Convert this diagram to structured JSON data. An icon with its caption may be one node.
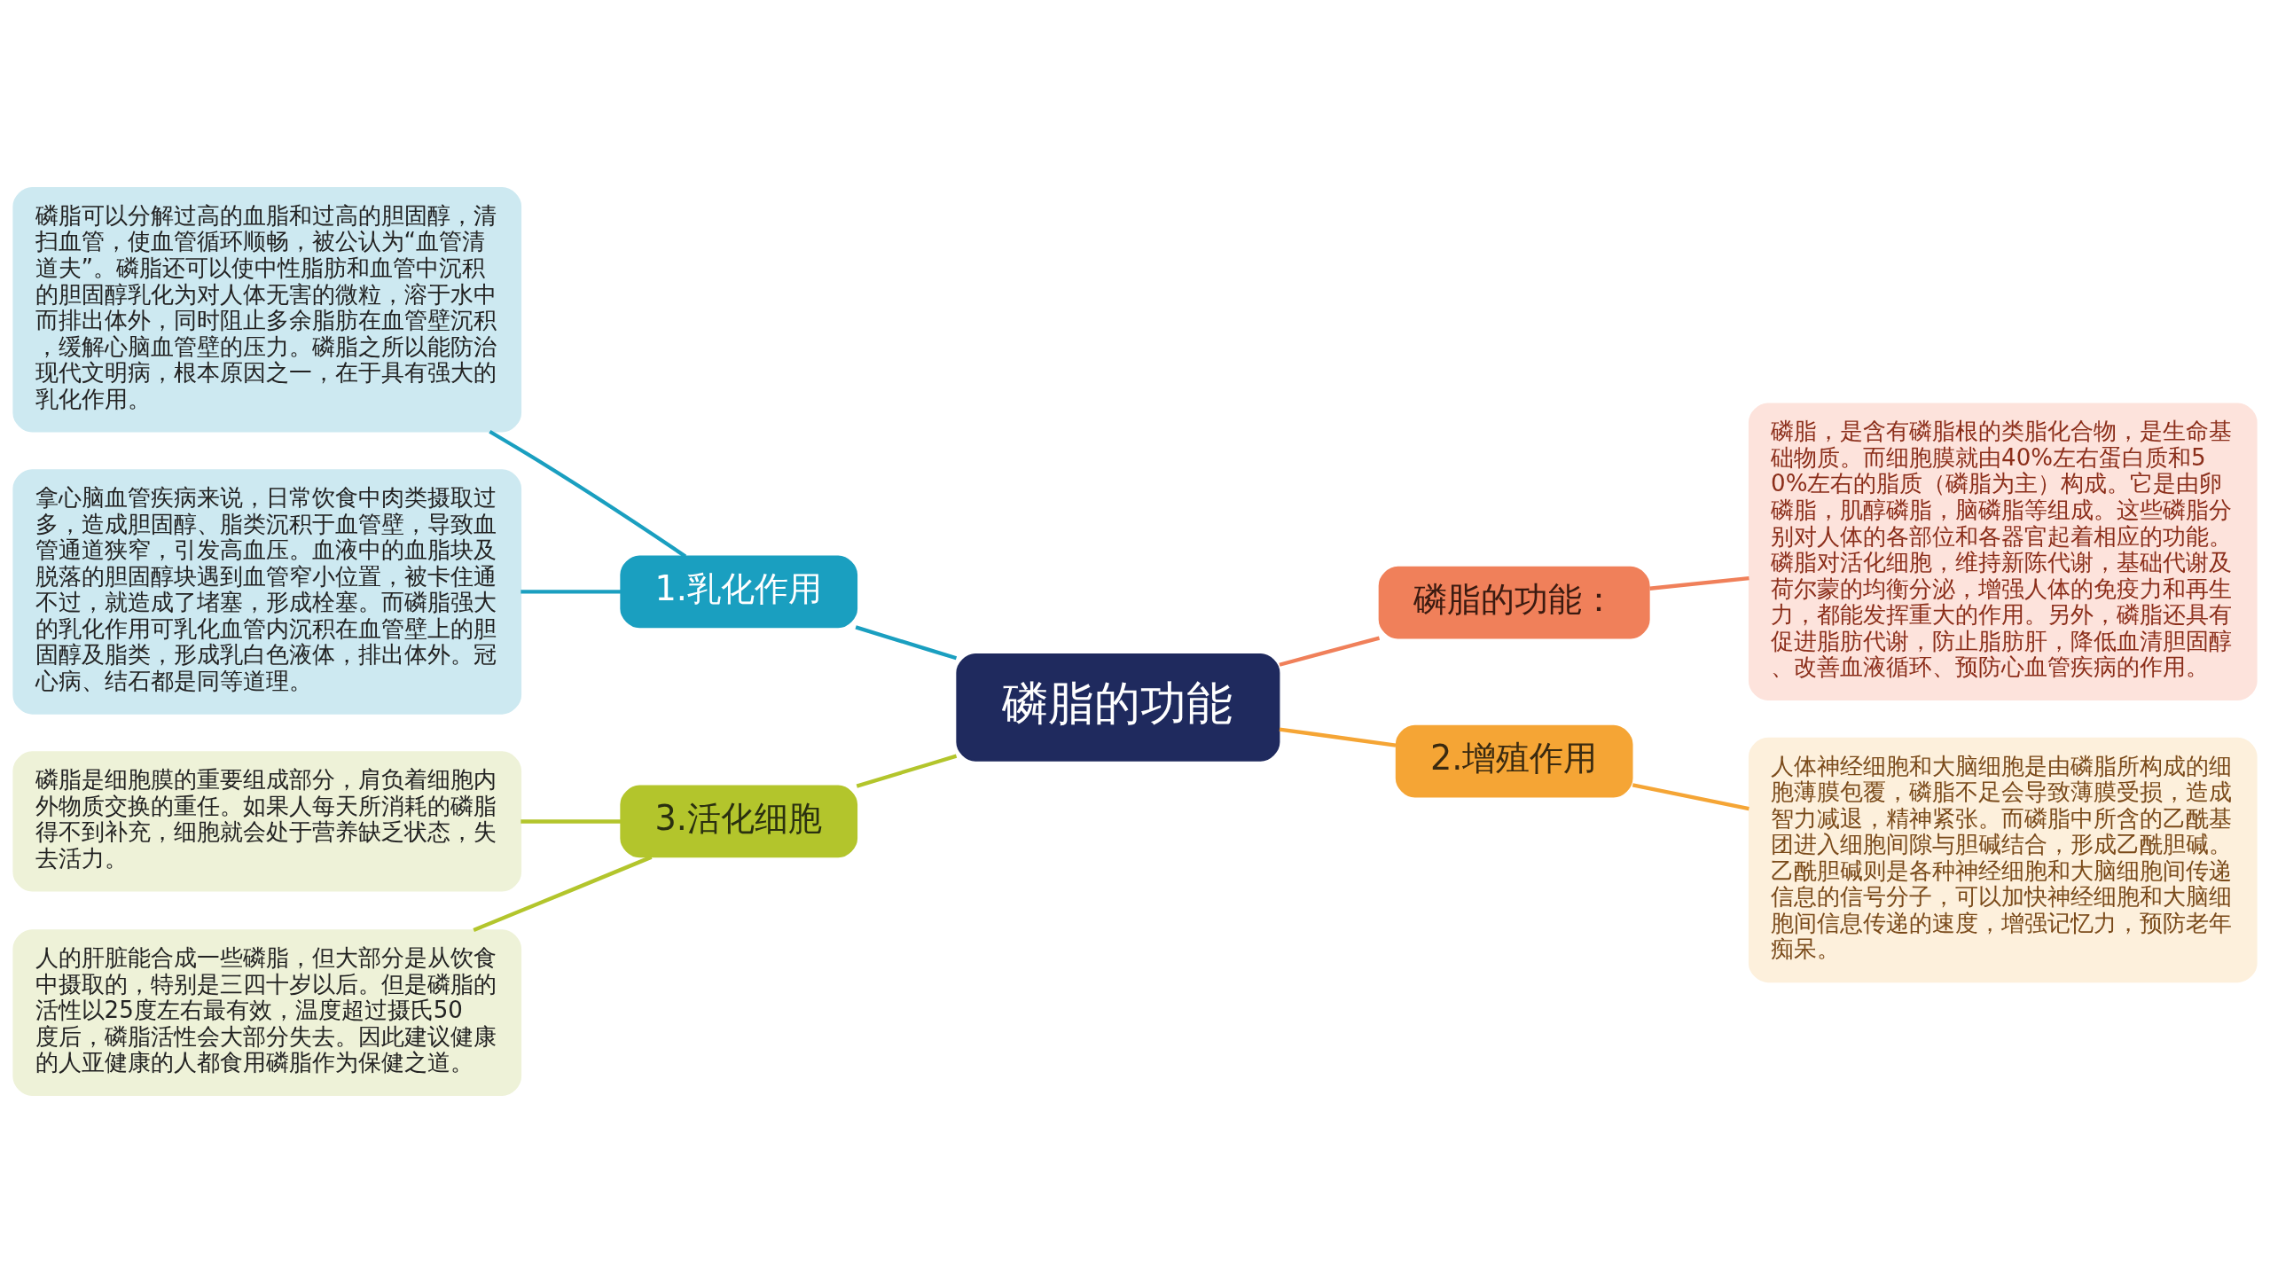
{
  "diagram": {
    "nodes": [
      {
        "text": [
          "磷脂的功能"
        ]
      },
      {
        "text": [
          "1.乳化作用"
        ]
      },
      {
        "text": [
          "磷脂可以分解过高的血脂和过高的胆固醇，清扫血管，使血管循环顺畅，被公认为“血管清道夫”。磷脂还可以使中性脂肪和血管中沉积的胆固醇乳化为对人体无害的微粒，溶于水中而排出体外，同时阻止多余脂肪在血管壁沉积，缓解心脑血管壁的压力。磷脂之所以能防治现代文明病，根本原因之一，在于具有强大的乳化作用。"
        ]
      },
      {
        "text": [
          "拿心脑血管疾病来说，日常饮食中肉类摄取过多，造成胆固醇、脂类沉积于血管壁，导致血管通道狭窄，引发高血压。血液中的血脂块及脱落的胆固醇块遇到血管窄小位置，被卡住通不过，就造成了堵塞，形成栓塞。而磷脂强大的乳化作用可乳化血管内沉积在血管壁上的胆固醇及脂类，形成乳白色液体，排出体外。冠心病、结石都是同等道理。"
        ]
      },
      {
        "text": [
          "磷脂的功能："
        ]
      },
      {
        "text": [
          "磷脂，是含有磷脂根的类脂化合物，是生命基础物质。而细胞膜就由40%左右蛋白质和50%左右的脂质（磷脂为主）构成。它是由卵磷脂，肌醇磷脂，脑磷脂等组成。这些磷脂分别对人体的各部位和各器官起着相应的功能。磷脂对活化细胞，维持新陈代谢，基础代谢及荷尔蒙的均衡分泌，增强人体的免疫力和再生力，都能发挥重大的作用。另外，磷脂还具有促进脂肪代谢，防止脂肪肝，降低血清胆固醇、改善血液循环、预防心血管疾病的作用。"
        ]
      },
      {
        "text": [
          "2.增殖作用"
        ]
      },
      {
        "text": [
          "人体神经细胞和大脑细胞是由磷脂所构成的细胞薄膜包覆，磷脂不足会导致薄膜受损，造成智力减退，精神紧张。而磷脂中所含的乙酰基团进入细胞间隙与胆碱结合，形成乙酰胆碱。乙酰胆碱则是各种神经细胞和大脑细胞间传递信息的信号分子，可以加快神经细胞和大脑细胞间信息传递的速度，增强记忆力，预防老年痴呆。"
        ]
      },
      {
        "text": [
          "3.活化细胞"
        ]
      },
      {
        "text": [
          "磷脂是细胞膜的重要组成部分，肩负着细胞内外物质交换的重任。如果人每天所消耗的磷脂得不到补充，细胞就会处于营养缺乏状态，失去活力。"
        ]
      },
      {
        "text": [
          "人的肝脏能合成一些磷脂，但大部分是从饮食中摄取的，特别是三四十岁以后。但是磷脂的活性以25度左右最有效，温度超过摄氏50度后，磷脂活性会大部分失去。因此建议健康的人亚健康的人都食用磷脂作为保健之道。"
        ]
      }
    ],
    "edges": [
      {
        "from": 0,
        "to": 1,
        "arrow": "none",
        "color": "#1a9fc0"
      },
      {
        "from": 1,
        "to": 2,
        "arrow": "none",
        "color": "#1a9fc0"
      },
      {
        "from": 1,
        "to": 3,
        "arrow": "none",
        "color": "#1a9fc0"
      },
      {
        "from": 0,
        "to": 4,
        "arrow": "none",
        "color": "#f0805a"
      },
      {
        "from": 4,
        "to": 5,
        "arrow": "none",
        "color": "#f0805a"
      },
      {
        "from": 0,
        "to": 6,
        "arrow": "none",
        "color": "#f5a535"
      },
      {
        "from": 6,
        "to": 7,
        "arrow": "none",
        "color": "#f5a535"
      },
      {
        "from": 0,
        "to": 8,
        "arrow": "none",
        "color": "#b3c52c"
      },
      {
        "from": 8,
        "to": 9,
        "arrow": "none",
        "color": "#b3c52c"
      },
      {
        "from": 8,
        "to": 10,
        "arrow": "none",
        "color": "#b3c52c"
      }
    ]
  }
}
